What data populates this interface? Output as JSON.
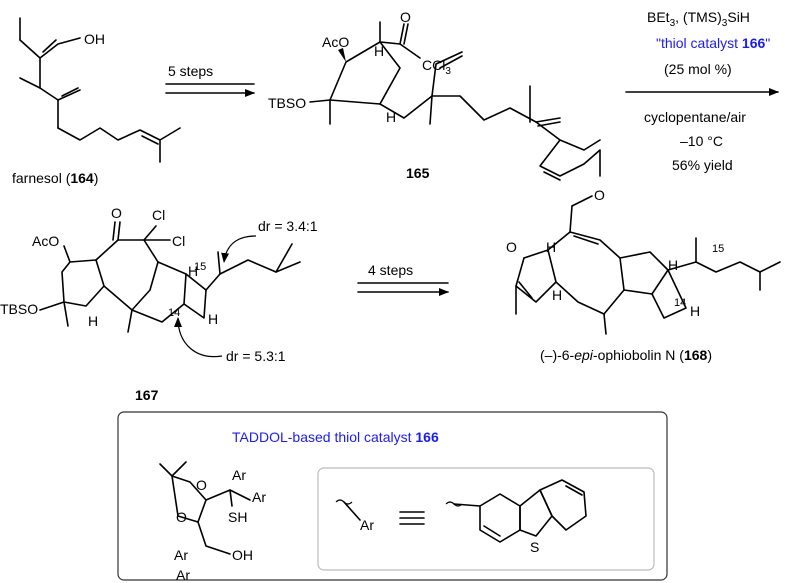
{
  "colors": {
    "ink": "#000000",
    "highlight": "#1a1aff",
    "box_border": "#333333",
    "inner_box_border": "#bbbbbb"
  },
  "step1": {
    "start_name": "farnesol (",
    "start_num": "164",
    "start_close": ")",
    "arrow_label": "5 steps",
    "product_num": "165"
  },
  "step2": {
    "reagent_line1a": "BEt",
    "reagent_line1b": "3",
    "reagent_line1c": ", (TMS)",
    "reagent_line1d": "3",
    "reagent_line1e": "SiH",
    "catalyst_open": "\"",
    "catalyst_text": "thiol catalyst ",
    "catalyst_num": "166",
    "catalyst_close": "\"",
    "loading": "(25 mol %)",
    "solvent": "cyclopentane/air",
    "temperature": "–10 °C",
    "yield": "56% yield"
  },
  "step3": {
    "intermediate_num": "167",
    "dr15": "dr = 3.4:1",
    "dr14": "dr = 5.3:1",
    "arrow_label": "4 steps",
    "product_prefix": "(–)-6-",
    "product_epi": "epi",
    "product_mid": "-ophiobolin N (",
    "product_num": "168",
    "product_close": ")"
  },
  "atoms": {
    "oh": "OH",
    "ac_o": "AcO",
    "tbs_o": "TBSO",
    "o": "O",
    "ccl3a": "CCl",
    "ccl3b": "3",
    "h": "H",
    "cl": "Cl",
    "c15": "15",
    "c14": "14",
    "ar": "Ar",
    "sh": "SH",
    "s": "S"
  },
  "catalyst_box": {
    "title_prefix": "TADDOL-based thiol catalyst ",
    "title_num": "166"
  }
}
